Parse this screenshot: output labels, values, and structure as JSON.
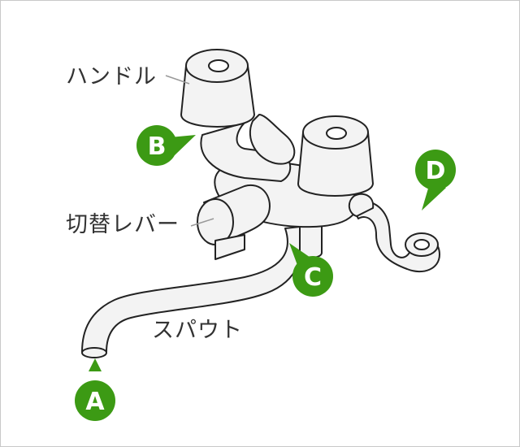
{
  "labels": {
    "handle": "ハンドル",
    "switch_lever": "切替レバー",
    "spout": "スパウト"
  },
  "markers": [
    {
      "letter": "A"
    },
    {
      "letter": "B"
    },
    {
      "letter": "C"
    },
    {
      "letter": "D"
    }
  ],
  "colors": {
    "marker_fill": "#3c9a14",
    "outline": "#222222",
    "part_fill": "#f3f3f3",
    "leader_line": "#999999",
    "text": "#333333"
  }
}
